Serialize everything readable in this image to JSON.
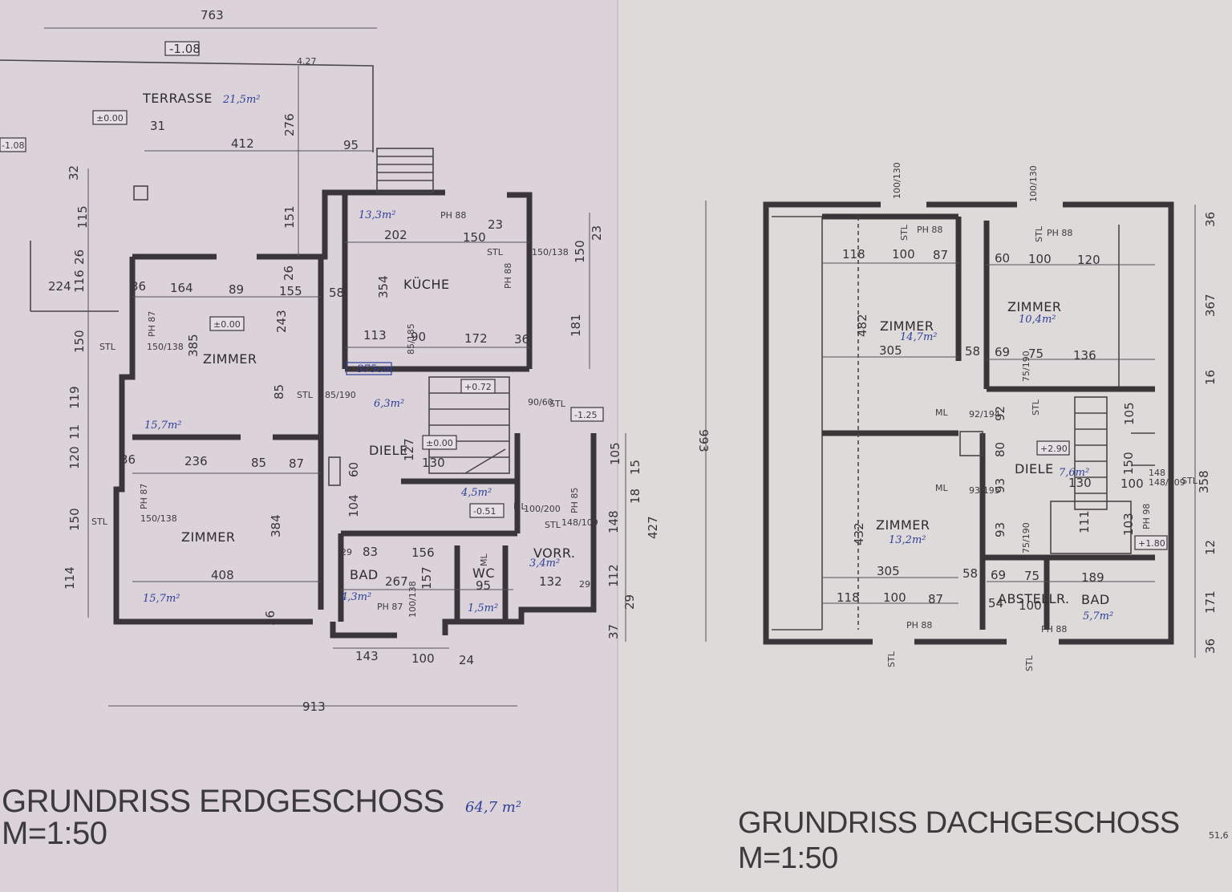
{
  "ground_floor": {
    "title": "GRUNDRISS ERDGESCHOSS",
    "scale": "M=1:50",
    "area_note": "64,7 m²",
    "rooms": {
      "terrasse": "TERRASSE",
      "terrasse_area": "21,5m²",
      "kueche": "KÜCHE",
      "kueche_area": "13,3m²",
      "zimmer_top": "ZIMMER",
      "zimmer_top_area": "15,7m²",
      "zimmer_bottom": "ZIMMER",
      "zimmer_bottom_area": "15,7m²",
      "diele": "DIELE",
      "diele_area": "6,3m²",
      "flur_area": "4,5m²",
      "bad": "BAD",
      "bad_area": "4,3m²",
      "wc": "WC",
      "wc_area": "1,5m²",
      "vorr": "VORR.",
      "vorr_area": "3,4m²",
      "oven_note": "375cm"
    },
    "levels": {
      "terrace_left": "-1.08",
      "terrace_top": "-1.08",
      "terrace": "±0.00",
      "zimmer": "±0.00",
      "diele": "±0.00",
      "stair": "+0.72",
      "entry": "-1.25",
      "flur": "-0.51"
    },
    "dims": {
      "top_total": "763",
      "d427": "4,27",
      "d31": "31",
      "d412": "412",
      "d276": "276",
      "d95": "95",
      "d32": "32",
      "d115": "115",
      "d151": "151",
      "d26a": "26",
      "d116": "116",
      "d224": "224",
      "d36a": "36",
      "d164": "164",
      "d89": "89",
      "d26b": "26",
      "d155": "155",
      "d58": "58",
      "d150a": "150",
      "d385": "385",
      "d243": "243",
      "d119": "119",
      "d85a": "85",
      "d11": "11",
      "d120": "120",
      "d36b": "36",
      "d236": "236",
      "d85b": "85",
      "d87": "87",
      "d150b": "150",
      "d384": "384",
      "d114": "114",
      "d408": "408",
      "d36c": "36",
      "d202": "202",
      "d150k": "150",
      "d23a": "23",
      "d354": "354",
      "d113": "113",
      "d90": "90",
      "d172": "172",
      "d36d": "36",
      "d150r": "150",
      "d23b": "23",
      "d181": "181",
      "d130": "130",
      "d127": "127",
      "d60": "60",
      "d104": "104",
      "d83": "83",
      "d29a": "29",
      "d156": "156",
      "d267": "267",
      "d157": "157",
      "d95wc": "95",
      "d132": "132",
      "d29b": "29",
      "d105": "105",
      "d15": "15",
      "d18": "18",
      "d148": "148",
      "d427b": "427",
      "d112": "112",
      "d29c": "29",
      "d37": "37",
      "d993": "993",
      "d143": "143",
      "d100b": "100",
      "d24": "24",
      "d913": "913"
    },
    "annotations": {
      "stl": "STL",
      "ph87a": "PH 87",
      "ph87b": "PH 87",
      "ph87c": "PH 87",
      "ph88a": "PH 88",
      "ph88b": "PH 88",
      "ph85": "PH 85",
      "ml": "ML",
      "w150_138": "150/138",
      "w85_190": "85/190",
      "w90_60": "90/60",
      "w100_200": "100/200",
      "w148_109": "148/109",
      "w100_138": "100/138",
      "w85_185": "85/185"
    }
  },
  "upper_floor": {
    "title": "GRUNDRISS DACHGESCHOSS",
    "scale": "M=1:50",
    "area_note": "51,6",
    "rooms": {
      "zimmer_a": "ZIMMER",
      "zimmer_a_area": "14,7m²",
      "zimmer_b": "ZIMMER",
      "zimmer_b_area": "10,4m²",
      "zimmer_c": "ZIMMER",
      "zimmer_c_area": "13,2m²",
      "diele": "DIELE",
      "diele_area": "7,6m²",
      "abstellr": "ABSTELLR.",
      "bad": "BAD",
      "bad_area": "5,7m²"
    },
    "levels": {
      "diele": "+2.90",
      "stair": "+1.80"
    },
    "dims": {
      "d118a": "118",
      "d100a": "100",
      "d87a": "87",
      "d60": "60",
      "d100c": "100",
      "d120": "120",
      "d482": "482",
      "d305a": "305",
      "d58a": "58",
      "d69a": "69",
      "d75a": "75",
      "d136": "136",
      "d92": "92",
      "d105": "105",
      "d80": "80",
      "d150": "150",
      "d130": "130",
      "d100d": "100",
      "d93a": "93",
      "d148": "148",
      "d432": "432",
      "d93b": "93",
      "d111": "111",
      "d103": "103",
      "d305b": "305",
      "d58b": "58",
      "d69b": "69",
      "d75b": "75",
      "d189": "189",
      "d118b": "118",
      "d100b": "100",
      "d87b": "87",
      "d54": "54",
      "d100e": "100",
      "d36a": "36",
      "d367": "367",
      "d16": "16",
      "d358": "358",
      "d12": "12",
      "d171": "171",
      "d36b": "36"
    },
    "annotations": {
      "stl": "STL",
      "ph88": "PH 88",
      "ph98": "PH 98",
      "ml": "ML",
      "w100_130": "100/130",
      "w92_194": "92/194",
      "w93_195": "93/195",
      "w75_190": "75/190",
      "w148_109": "148/109"
    }
  }
}
